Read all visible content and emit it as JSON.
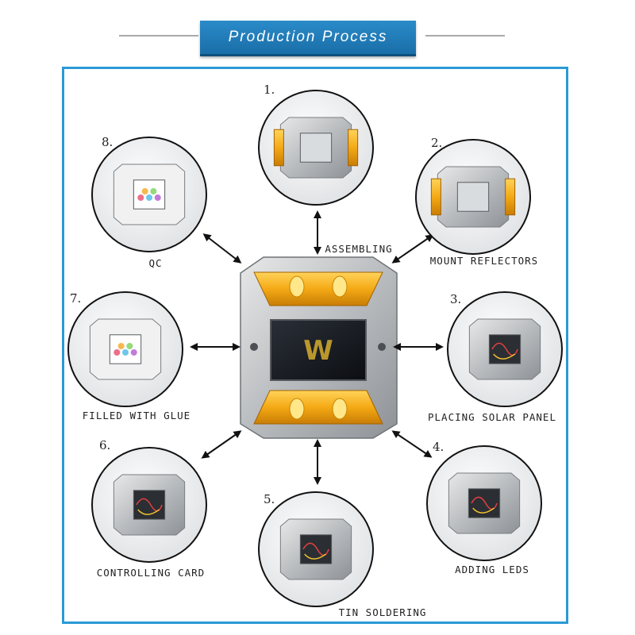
{
  "header": {
    "title": "Production Process"
  },
  "center": {
    "watermark": "W"
  },
  "colors": {
    "frame": "#2a9ad6",
    "banner": "#1a6ea8",
    "reflector": "#f4a915"
  },
  "steps": [
    {
      "number": "1.",
      "label": "ASSEMBLING"
    },
    {
      "number": "2.",
      "label": "MOUNT REFLECTORS"
    },
    {
      "number": "3.",
      "label": "PLACING SOLAR PANEL"
    },
    {
      "number": "4.",
      "label": "ADDING LEDS"
    },
    {
      "number": "5.",
      "label": "TIN SOLDERING"
    },
    {
      "number": "6.",
      "label": "CONTROLLING CARD"
    },
    {
      "number": "7.",
      "label": "FILLED WITH GLUE"
    },
    {
      "number": "8.",
      "label": "QC"
    }
  ]
}
